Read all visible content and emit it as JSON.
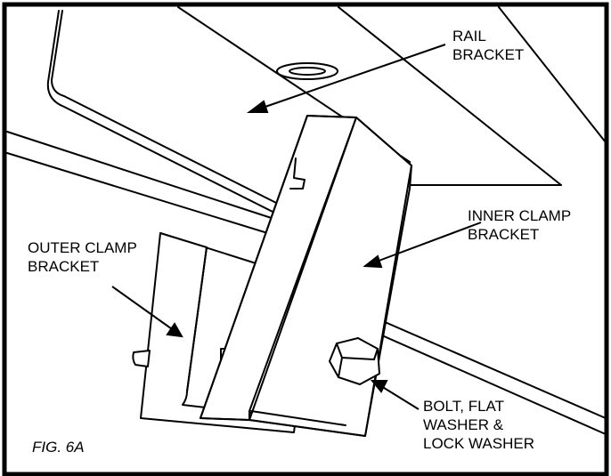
{
  "figure": {
    "caption": "FIG. 6A",
    "labels": {
      "rail_bracket": [
        "RAIL",
        "BRACKET"
      ],
      "inner_clamp_bracket": [
        "INNER CLAMP",
        "BRACKET"
      ],
      "outer_clamp_bracket": [
        "OUTER CLAMP",
        "BRACKET"
      ],
      "bolt_washers": [
        "BOLT, FLAT",
        "WASHER &",
        "LOCK WASHER"
      ]
    }
  }
}
